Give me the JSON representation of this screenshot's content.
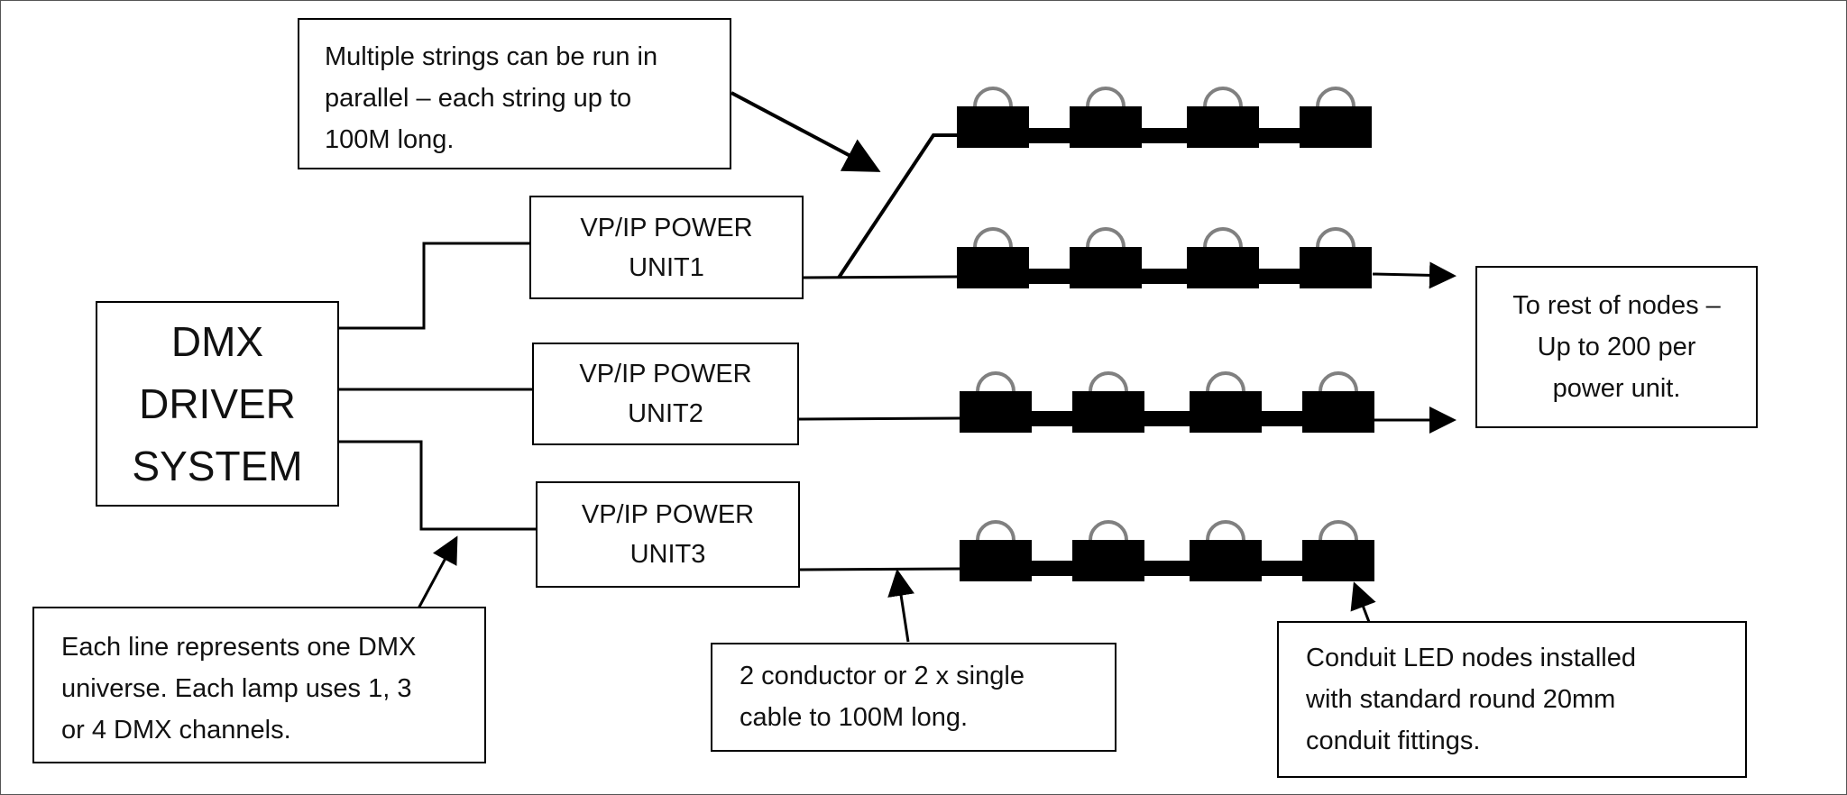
{
  "dmx_driver": {
    "lines": [
      "DMX",
      "DRIVER",
      "SYSTEM"
    ]
  },
  "power_units": [
    {
      "lines": [
        "VP/IP POWER",
        "UNIT1"
      ]
    },
    {
      "lines": [
        "VP/IP POWER",
        "UNIT2"
      ]
    },
    {
      "lines": [
        "VP/IP POWER",
        "UNIT3"
      ]
    }
  ],
  "notes": {
    "parallel": [
      "Multiple strings can be run in",
      "parallel – each string up to",
      "100M long."
    ],
    "universe": [
      "Each line represents one DMX",
      "universe. Each lamp uses 1, 3",
      "or 4 DMX channels."
    ],
    "cable": [
      "2 conductor or 2 x single",
      "cable to 100M long."
    ],
    "conduit": [
      "Conduit LED nodes installed",
      "with standard round 20mm",
      "conduit fittings."
    ],
    "rest_of_nodes": [
      "To rest of nodes –",
      "Up to 200 per",
      "power unit."
    ]
  },
  "colors": {
    "line": "#000000",
    "node": "#000000",
    "node_loop": "#808080",
    "border": "#555555"
  }
}
